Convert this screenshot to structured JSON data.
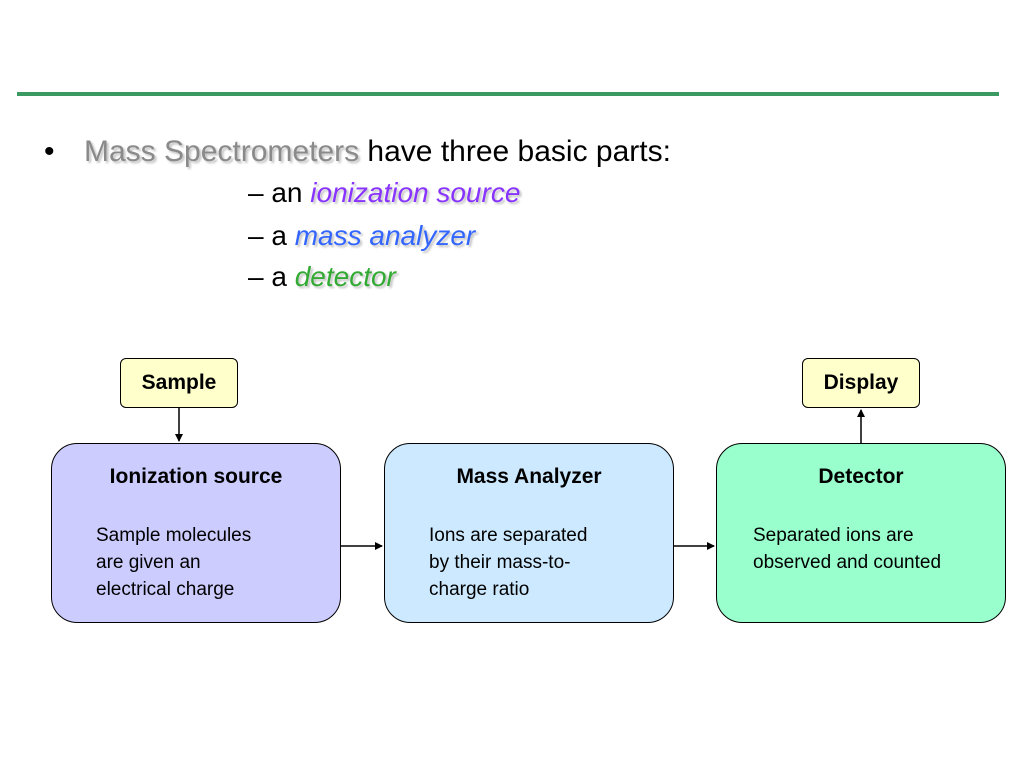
{
  "colors": {
    "rule": "#3a9a62",
    "term_gray": "#8a8a8a",
    "ionization_term": "#8833ff",
    "analyzer_term": "#3366ff",
    "detector_term": "#33aa33",
    "sample_display_fill": "#ffffcc",
    "ionization_fill": "#ccccff",
    "analyzer_fill": "#cce9ff",
    "detector_fill": "#99ffcc"
  },
  "bullet": {
    "marker": "•",
    "term": "Mass Spectrometers",
    "rest": " have three basic parts:"
  },
  "parts": [
    {
      "prefix": "– an ",
      "term": "ionization source"
    },
    {
      "prefix": "– a ",
      "term": "mass analyzer"
    },
    {
      "prefix": "– a ",
      "term": "detector"
    }
  ],
  "diagram": {
    "sample": "Sample",
    "display": "Display",
    "stages": [
      {
        "title": "Ionization source",
        "lines": [
          "Sample molecules",
          "are given an",
          "electrical charge"
        ]
      },
      {
        "title": "Mass Analyzer",
        "lines": [
          "Ions are separated",
          "by their mass-to-",
          "charge ratio"
        ]
      },
      {
        "title": "Detector",
        "lines": [
          "Separated ions are",
          "observed and counted"
        ]
      }
    ]
  }
}
